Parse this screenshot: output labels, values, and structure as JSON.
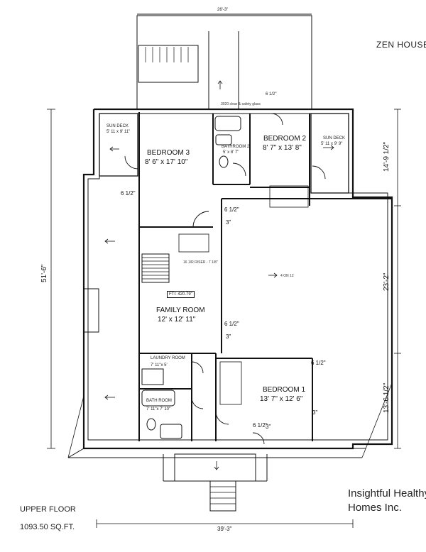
{
  "header": {
    "project": "ZEN HOUSE",
    "top_dim": "26'-3\""
  },
  "footer": {
    "floor": "UPPER FLOOR",
    "area": "1093.50 SQ.FT.",
    "company_line1": "Insightful Healthy",
    "company_line2": "Homes Inc.",
    "bottom_dim": "39'-3\""
  },
  "dims": {
    "left": "51'-6\"",
    "r1": "14'-9 1/2\"",
    "r2": "23'-2\"",
    "r3": "13'-6 1/2\""
  },
  "rooms": {
    "sun_deck_l": "SUN DECK",
    "sun_deck_l_size": "5' 11 x 9' 11\"",
    "bedroom3": "BEDROOM 3",
    "bedroom3_size": "8' 6\" x 17' 10\"",
    "bathroom2": "BATHROOM 2",
    "bathroom2_size": "5' x 8' 7\"",
    "bedroom2": "BEDROOM 2",
    "bedroom2_size": "8' 7\" x 13' 8\"",
    "sun_deck_r": "SUN DECK",
    "sun_deck_r_size": "5' 11 x 9' 9\"",
    "family": "FAMILY ROOM",
    "family_size": "12' x 12' 11\"",
    "fti": "FTI: 420.79\"",
    "laundry": "LAUNDRY ROOM",
    "laundry_size": "7' 11\"x 5'",
    "bath": "BATH ROOM",
    "bath_size": "7' 11\"x 7' 10\"",
    "bedroom1": "BEDROOM 1",
    "bedroom1_size": "13' 7\" x 12' 6\""
  },
  "notes": {
    "half_a": "6 1/2\"",
    "half_b": "6 1/2\"",
    "half_c": "6 1/2\"",
    "half_d": "6 1/2\"",
    "half_e": "6 1/2\"",
    "half_f": "6 1/2\"",
    "three_a": "3\"",
    "three_b": "3\"",
    "three_c": "3\"",
    "three_d": "3\"",
    "slope": "4 ON 12",
    "stair": "16 1/R RISER - 7 1/8\"",
    "win_above": "3020 clear & safety glass"
  }
}
